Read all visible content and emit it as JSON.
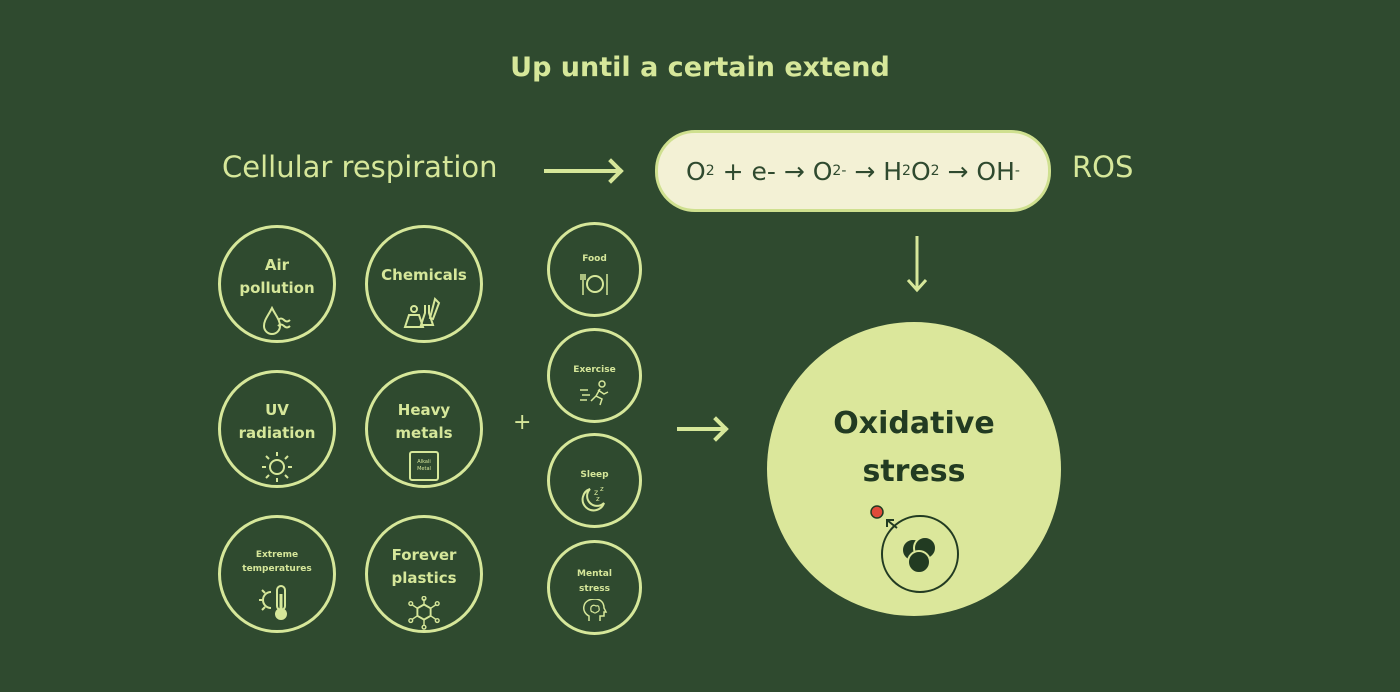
{
  "title": "Up until a certain extend",
  "respiration": {
    "label": "Cellular respiration",
    "equation": {
      "o": "O",
      "sub2": "2",
      "plus_e": " + e- → ",
      "o2": "O",
      "sub2b": "2",
      "sup_minus": "-",
      "arrow1": " → ",
      "h": "H",
      "sub_h": "2",
      "o3": "O",
      "sub_o3": "2",
      "arrow2": " → ",
      "oh": "OH",
      "sup_minus2": "-"
    },
    "ros_label": "ROS"
  },
  "factors": [
    {
      "line1": "Air",
      "line2": "pollution",
      "icon": "water-pollution-icon"
    },
    {
      "line1": "Chemicals",
      "line2": "",
      "icon": "chemistry-flask-icon"
    },
    {
      "line1": "UV",
      "line2": "radiation",
      "icon": "sun-icon"
    },
    {
      "line1": "Heavy",
      "line2": "metals",
      "icon": "metal-element-icon",
      "icon_text1": "Alkali",
      "icon_text2": "Metal"
    },
    {
      "line1": "Extreme",
      "line2": "temperatures",
      "icon": "thermometer-sun-icon"
    },
    {
      "line1": "Forever",
      "line2": "plastics",
      "icon": "molecule-icon"
    }
  ],
  "plus": "+",
  "lifestyle": [
    {
      "line1": "Food",
      "line2": "",
      "icon": "plate-cutlery-icon"
    },
    {
      "line1": "Exercise",
      "line2": "",
      "icon": "running-person-icon"
    },
    {
      "line1": "Sleep",
      "line2": "",
      "icon": "moon-zzz-icon"
    },
    {
      "line1": "Mental",
      "line2": "stress",
      "icon": "brain-head-icon"
    }
  ],
  "result": {
    "line1": "Oxidative",
    "line2": "stress",
    "icon": "cell-free-radical-icon"
  },
  "colors": {
    "background": "#2f4a2f",
    "accent": "#d6e79a",
    "pill_fill": "#f3f1d5",
    "result_fill": "#dbe79b",
    "radical": "#e04a3a"
  }
}
